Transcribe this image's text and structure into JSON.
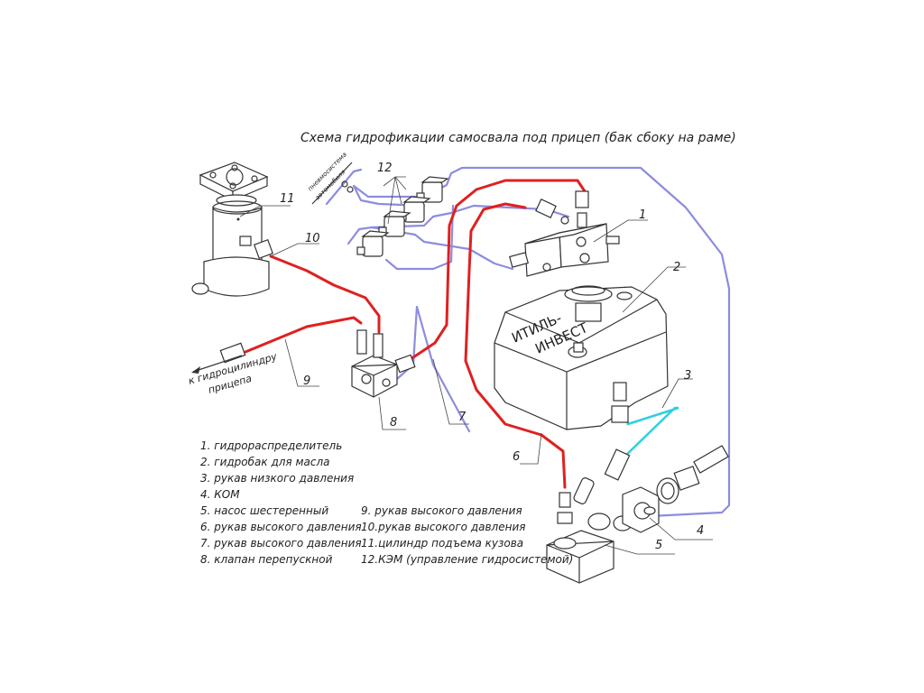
{
  "title": "Схема гидрофикации самосвала под прицеп  (бак сбоку на раме)",
  "tank_label_1": "ИТИЛЬ-",
  "tank_label_2": "ИНВЕСТ",
  "trailer_note_1": "к гидроцилиндру",
  "trailer_note_2": "прицепа",
  "pneumo_note_1": "пневмосистема",
  "pneumo_note_2": "автомобиля",
  "callouts": {
    "c1": "1",
    "c2": "2",
    "c3": "3",
    "c4": "4",
    "c5": "5",
    "c6": "6",
    "c7": "7",
    "c8": "8",
    "c9": "9",
    "c10": "10",
    "c11": "11",
    "c12": "12"
  },
  "legend_left": [
    "1. гидрораспределитель",
    "2. гидробак для масла",
    "3. рукав низкого давления",
    "4. КОМ",
    "5. насос шестеренный",
    "6. рукав высокого давления",
    "7. рукав высокого давления",
    "8. клапан перепускной"
  ],
  "legend_right": [
    "9. рукав высокого давления",
    "10.рукав высокого давления",
    "11.цилиндр подъема кузова",
    "12.КЭМ (управление гидросистемой)"
  ]
}
